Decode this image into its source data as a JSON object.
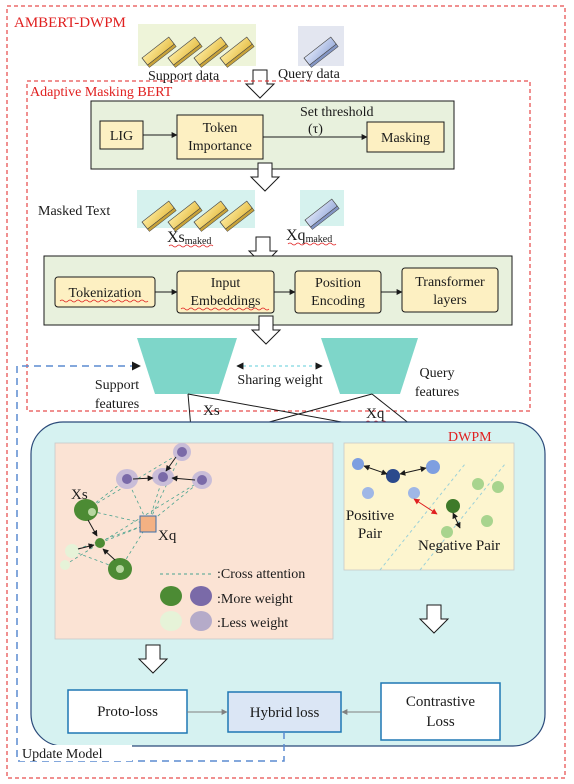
{
  "title": "AMBERT-DWPM",
  "inputs": {
    "support_label": "Support data",
    "query_label": "Query data"
  },
  "ambert": {
    "title": "Adaptive Masking BERT",
    "threshold_label": "Set threshold",
    "threshold_symbol": "(τ)",
    "lig": "LIG",
    "token_importance_line1": "Token",
    "token_importance_line2": "Importance",
    "masking": "Masking",
    "masked_text": "Masked Text",
    "xs_base": "Xs",
    "xs_sub": "maked",
    "xq_base": "Xq",
    "xq_sub": "maked",
    "tokenization": "Tokenization",
    "input_embeddings_line1": "Input",
    "input_embeddings_line2": "Embeddings",
    "position_encoding_line1": "Position",
    "position_encoding_line2": "Encoding",
    "transformer_line1": "Transformer",
    "transformer_line2": "layers",
    "support_features_line1": "Support",
    "support_features_line2": "features",
    "sharing_weight": "Sharing weight",
    "query_features_line1": "Query",
    "query_features_line2": "features"
  },
  "flow": {
    "xs": "Xs",
    "xq": "Xq"
  },
  "dwpm": {
    "title": "DWPM",
    "xs_node": "Xs",
    "xq_node": "Xq",
    "legend_cross": ":Cross attention",
    "legend_more": ":More weight",
    "legend_less": ":Less weight",
    "positive_line1": "Positive",
    "positive_line2": "Pair",
    "negative_pair": "Negative Pair",
    "proto_loss": "Proto-loss",
    "hybrid_loss": "Hybrid loss",
    "contrastive_line1": "Contrastive",
    "contrastive_line2": "Loss"
  },
  "update_model": "Update Model",
  "colors": {
    "red": "#e02020",
    "green_box": "#e8f1dd",
    "yellow_box": "#fdf0c2",
    "dwpm_bg": "#d6f2f1",
    "peach": "#fbe3d4",
    "light_yellow": "#fdf5cf",
    "feature_teal": "#7ed6c9",
    "hybrid_blue": "#dbe6f5",
    "dashed_blue": "#5b8bd0"
  }
}
